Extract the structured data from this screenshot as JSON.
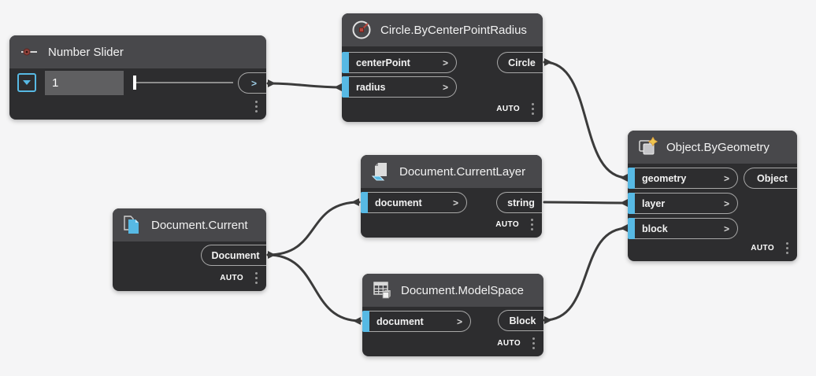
{
  "ui": {
    "input_chevron": ">"
  },
  "colors": {
    "canvas_bg": "#f5f5f6",
    "node_header": "#48484b",
    "node_body": "#2d2d2f",
    "port_border": "#a8a8a8",
    "accent_blue": "#57b9e4",
    "wire": "#3b3b3b",
    "value_box_bg": "#5f5f61",
    "star_yellow": "#eec64f",
    "icon_red": "#b5453c"
  },
  "nodes": [
    {
      "title": "Number Slider",
      "value": "1",
      "output": ">"
    },
    {
      "title": "Circle.ByCenterPointRadius",
      "inputs": [
        {
          "label": "centerPoint"
        },
        {
          "label": "radius"
        }
      ],
      "output": "Circle",
      "lacing": "AUTO"
    },
    {
      "title": "Document.CurrentLayer",
      "inputs": [
        {
          "label": "document"
        }
      ],
      "output": "string",
      "lacing": "AUTO"
    },
    {
      "title": "Document.Current",
      "inputs": [],
      "output": "Document",
      "lacing": "AUTO"
    },
    {
      "title": "Document.ModelSpace",
      "inputs": [
        {
          "label": "document"
        }
      ],
      "output": "Block",
      "lacing": "AUTO"
    },
    {
      "title": "Object.ByGeometry",
      "inputs": [
        {
          "label": "geometry"
        },
        {
          "label": "layer"
        },
        {
          "label": "block"
        }
      ],
      "output": "Object",
      "lacing": "AUTO"
    }
  ],
  "wires": [
    {
      "from": "Number Slider.output",
      "to": "Circle.ByCenterPointRadius.radius"
    },
    {
      "from": "Circle.ByCenterPointRadius.Circle",
      "to": "Object.ByGeometry.geometry"
    },
    {
      "from": "Document.Current.Document",
      "to": "Document.CurrentLayer.document"
    },
    {
      "from": "Document.Current.Document",
      "to": "Document.ModelSpace.document"
    },
    {
      "from": "Document.CurrentLayer.string",
      "to": "Object.ByGeometry.layer"
    },
    {
      "from": "Document.ModelSpace.Block",
      "to": "Object.ByGeometry.block"
    }
  ]
}
